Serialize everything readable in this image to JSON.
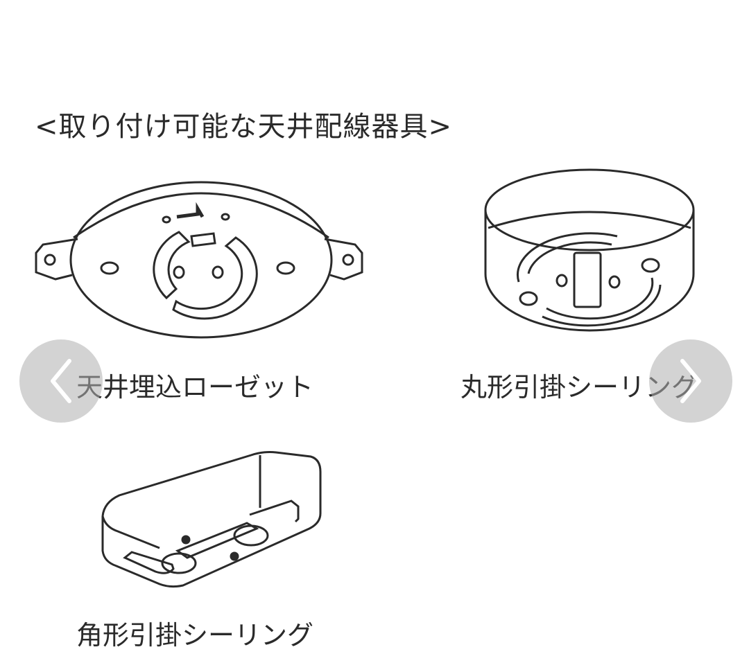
{
  "slide": {
    "title": "<取り付け可能な天井配線器具>",
    "fixtures": [
      {
        "caption": "天井埋込ローゼット",
        "icon": "ceiling-rosette-illustration"
      },
      {
        "caption": "丸形引掛シーリング",
        "icon": "round-ceiling-hook-illustration"
      },
      {
        "caption": "角形引掛シーリング",
        "icon": "square-ceiling-hook-illustration"
      }
    ]
  },
  "nav": {
    "prev_icon": "chevron-left-icon",
    "next_icon": "chevron-right-icon"
  },
  "colors": {
    "line": "#2a2a2a",
    "nav_bg": "#afafaf",
    "background": "#ffffff"
  }
}
